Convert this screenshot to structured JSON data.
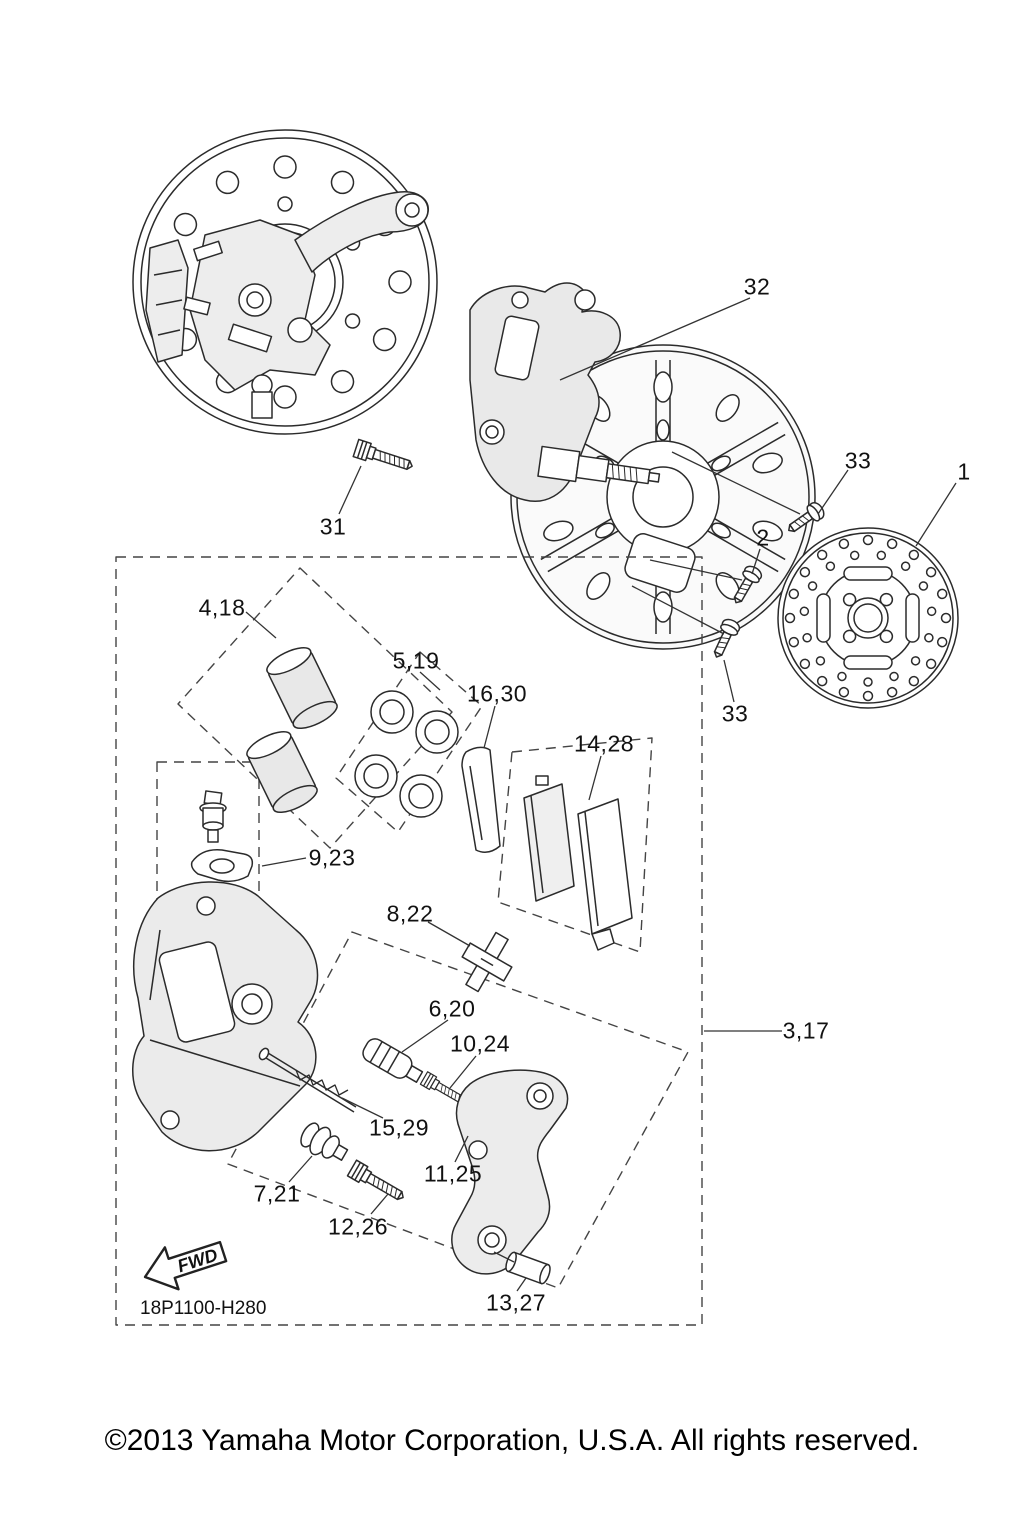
{
  "diagram": {
    "code": "18P1100-H280",
    "fwd_label": "FWD",
    "callouts": [
      "32",
      "33",
      "1",
      "2",
      "31",
      "4,18",
      "5,19",
      "16,30",
      "14,28",
      "9,23",
      "8,22",
      "6,20",
      "10,24",
      "3,17",
      "15,29",
      "11,25",
      "7,21",
      "12,26",
      "33",
      "13,27"
    ]
  },
  "footer": {
    "copyright": "©2013 Yamaha Motor Corporation, U.S.A. All rights reserved."
  }
}
